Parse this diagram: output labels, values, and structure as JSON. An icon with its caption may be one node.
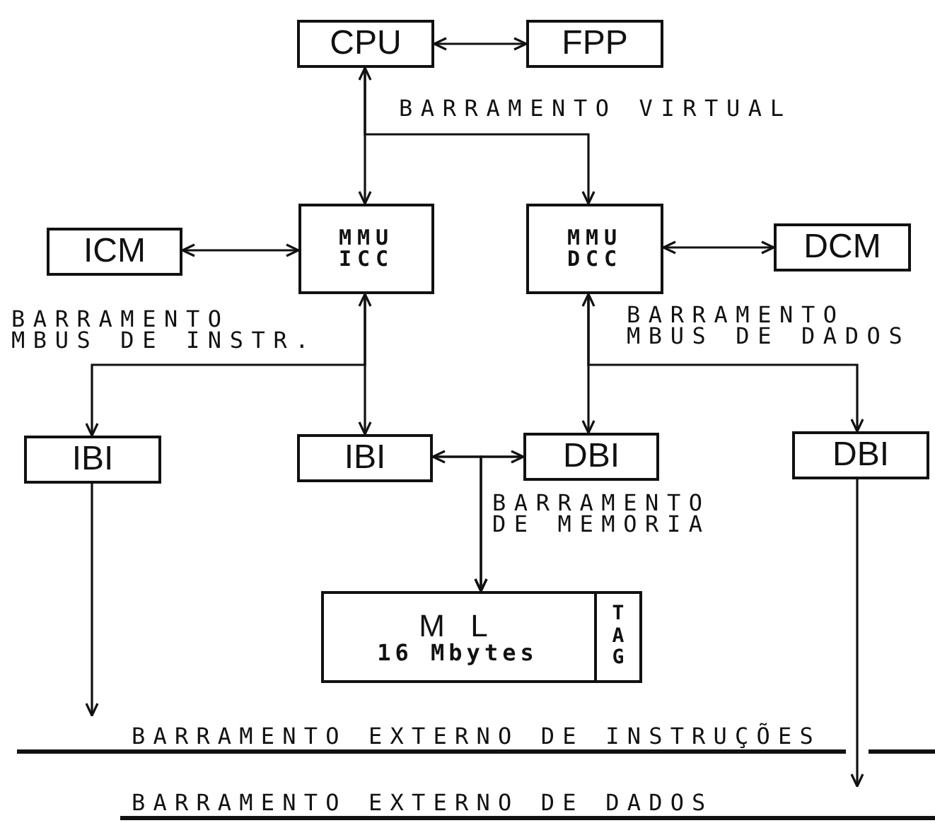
{
  "diagram": {
    "nodes": [
      {
        "text": [
          "CPU"
        ]
      },
      {
        "text": [
          "FPP"
        ]
      },
      {
        "text": [
          "MMU ICC"
        ]
      },
      {
        "text": [
          "MMU DCC"
        ]
      },
      {
        "text": [
          "ICM"
        ]
      },
      {
        "text": [
          "DCM"
        ]
      },
      {
        "text": [
          "IBI"
        ]
      },
      {
        "text": [
          "IBI"
        ]
      },
      {
        "text": [
          "DBI"
        ]
      },
      {
        "text": [
          "DBI"
        ]
      },
      {
        "text": [
          "M L",
          "16 Mbytes"
        ]
      },
      {
        "text": [
          "TAG"
        ],
        "in": 10
      },
      {
        "text": [
          "BARRAMENTO EXTERNO DE INSTRUÇÕES"
        ]
      },
      {
        "text": [
          "BARRAMENTO EXTERNO DE DADOS"
        ]
      }
    ],
    "edges": [
      {
        "from": 0,
        "to": 1,
        "arrow": "both"
      },
      {
        "from": 0,
        "to": 2,
        "arrow": "both",
        "label": "BARRAMENTO VIRTUAL"
      },
      {
        "from": 0,
        "to": 3,
        "arrow": "to"
      },
      {
        "from": 4,
        "to": 2,
        "arrow": "both"
      },
      {
        "from": 3,
        "to": 5,
        "arrow": "both"
      },
      {
        "from": 2,
        "to": 7,
        "arrow": "both"
      },
      {
        "from": 2,
        "to": 6,
        "arrow": "to",
        "label": "BARRAMENTO MBUS DE INSTR."
      },
      {
        "from": 3,
        "to": 8,
        "arrow": "both"
      },
      {
        "from": 3,
        "to": 9,
        "arrow": "to",
        "label": "BARRAMENTO MBUS DE DADOS"
      },
      {
        "from": 7,
        "to": 8,
        "arrow": "both"
      },
      {
        "from": 7,
        "to": 10,
        "arrow": "to",
        "label": "BARRAMENTO DE MEMORIA"
      },
      {
        "from": 8,
        "to": 10,
        "arrow": "to"
      },
      {
        "from": 6,
        "to": 12,
        "arrow": "to"
      },
      {
        "from": 9,
        "to": 13,
        "arrow": "to"
      }
    ]
  }
}
